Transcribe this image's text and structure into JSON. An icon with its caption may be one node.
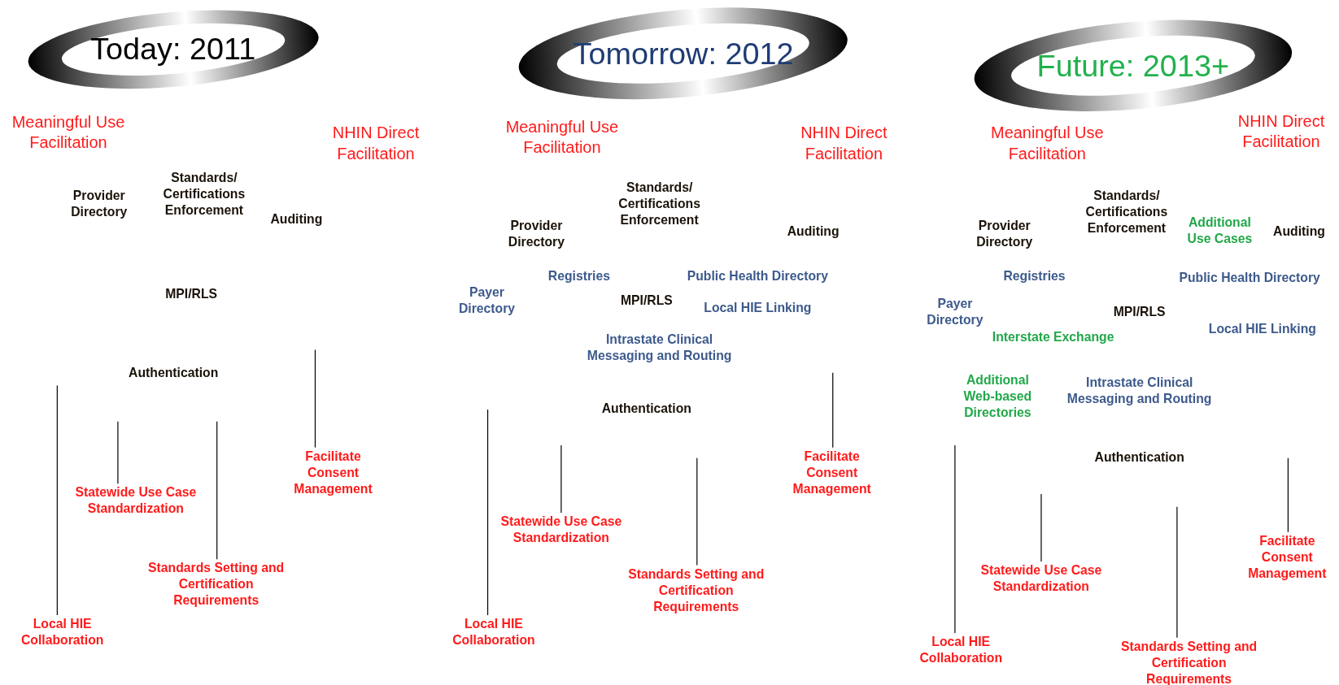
{
  "diagram": {
    "nodes": [
      {
        "text": [
          "Today: 2011"
        ]
      },
      {
        "text": [
          "Meaningful Use Facilitation"
        ]
      },
      {
        "text": [
          "NHIN Direct Facilitation"
        ]
      },
      {
        "text": [
          "Provider Directory"
        ]
      },
      {
        "text": [
          "Standards/ Certifications Enforcement"
        ]
      },
      {
        "text": [
          "Auditing"
        ]
      },
      {
        "text": [
          "MPI/RLS"
        ]
      },
      {
        "text": [
          "Authentication"
        ]
      },
      {
        "text": [
          "Statewide Use Case Standardization"
        ]
      },
      {
        "text": [
          "Facilitate Consent Management"
        ]
      },
      {
        "text": [
          "Standards Setting and Certification Requirements"
        ]
      },
      {
        "text": [
          "Local HIE Collaboration"
        ]
      },
      {
        "text": [
          "Tomorrow: 2012"
        ]
      },
      {
        "text": [
          "Meaningful Use Facilitation"
        ]
      },
      {
        "text": [
          "NHIN Direct Facilitation"
        ]
      },
      {
        "text": [
          "Standards/ Certifications Enforcement"
        ]
      },
      {
        "text": [
          "Provider Directory"
        ]
      },
      {
        "text": [
          "Auditing"
        ]
      },
      {
        "text": [
          "Registries"
        ]
      },
      {
        "text": [
          "Public Health Directory"
        ]
      },
      {
        "text": [
          "Payer Directory"
        ]
      },
      {
        "text": [
          "MPI/RLS"
        ]
      },
      {
        "text": [
          "Local HIE Linking"
        ]
      },
      {
        "text": [
          "Intrastate Clinical Messaging and Routing"
        ]
      },
      {
        "text": [
          "Authentication"
        ]
      },
      {
        "text": [
          "Statewide Use Case Standardization"
        ]
      },
      {
        "text": [
          "Facilitate Consent Management"
        ]
      },
      {
        "text": [
          "Standards Setting and Certification Requirements"
        ]
      },
      {
        "text": [
          "Local HIE Collaboration"
        ]
      },
      {
        "text": [
          "Future: 2013+"
        ]
      },
      {
        "text": [
          "Meaningful Use Facilitation"
        ]
      },
      {
        "text": [
          "NHIN Direct Facilitation"
        ]
      },
      {
        "text": [
          "Standards/ Certifications Enforcement"
        ]
      },
      {
        "text": [
          "Provider Directory"
        ]
      },
      {
        "text": [
          "Additional Use Cases"
        ]
      },
      {
        "text": [
          "Auditing"
        ]
      },
      {
        "text": [
          "Registries"
        ]
      },
      {
        "text": [
          "Public Health Directory"
        ]
      },
      {
        "text": [
          "Payer Directory"
        ]
      },
      {
        "text": [
          "MPI/RLS"
        ]
      },
      {
        "text": [
          "Local HIE Linking"
        ]
      },
      {
        "text": [
          "Interstate Exchange"
        ]
      },
      {
        "text": [
          "Additional Web-based Directories"
        ]
      },
      {
        "text": [
          "Intrastate Clinical Messaging and Routing"
        ]
      },
      {
        "text": [
          "Authentication"
        ]
      },
      {
        "text": [
          "Statewide Use Case Standardization"
        ]
      },
      {
        "text": [
          "Facilitate Consent Management"
        ]
      },
      {
        "text": [
          "Standards Setting and Certification Requirements"
        ]
      },
      {
        "text": [
          "Local HIE Collaboration"
        ]
      }
    ],
    "edges": [
      {
        "from": 11,
        "to": null,
        "arrow": "none"
      },
      {
        "from": 8,
        "to": null,
        "arrow": "none"
      },
      {
        "from": 10,
        "to": null,
        "arrow": "none"
      },
      {
        "from": 9,
        "to": null,
        "arrow": "none"
      },
      {
        "from": 28,
        "to": null,
        "arrow": "none"
      },
      {
        "from": 25,
        "to": null,
        "arrow": "none"
      },
      {
        "from": 27,
        "to": null,
        "arrow": "none"
      },
      {
        "from": 26,
        "to": null,
        "arrow": "none"
      },
      {
        "from": 48,
        "to": null,
        "arrow": "none"
      },
      {
        "from": 45,
        "to": null,
        "arrow": "none"
      },
      {
        "from": 47,
        "to": null,
        "arrow": "none"
      },
      {
        "from": 46,
        "to": null,
        "arrow": "none"
      }
    ]
  }
}
